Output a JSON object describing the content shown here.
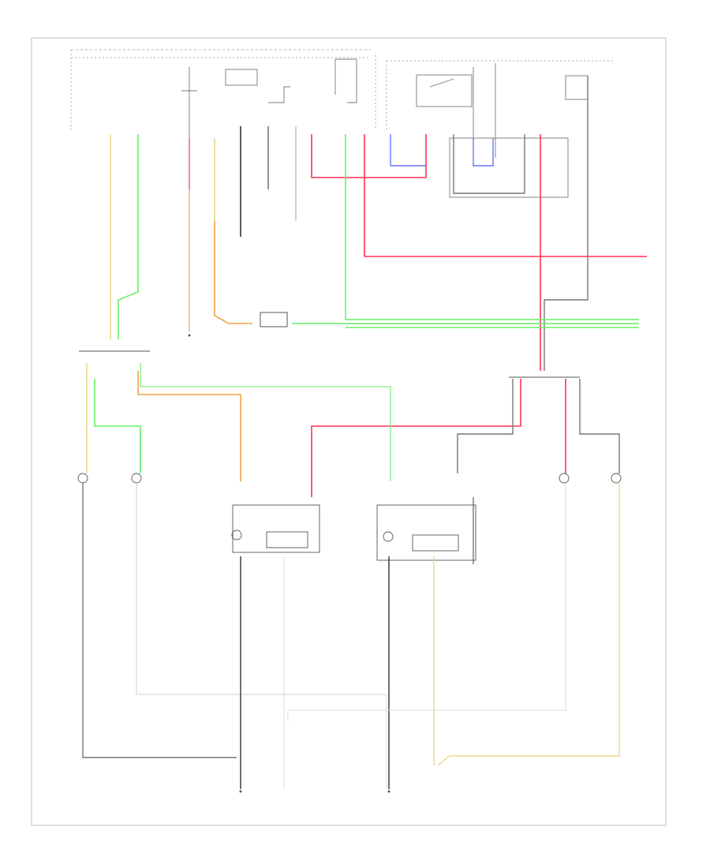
{
  "page": {
    "number": ""
  },
  "labels": {
    "junction_mid": "",
    "junction_left": "",
    "junction_right": "",
    "bottom_junction": ""
  },
  "colors": {
    "border": "#bdbdbd",
    "yellow": "#e8d88a",
    "green": "#66ee66",
    "pink": "#f06aa0",
    "red": "#ff3355",
    "blue": "#6677ff",
    "orange": "#f2a24a",
    "grey": "#777777",
    "black": "#333333"
  },
  "components": [
    {
      "id": "headlight-left-lo"
    },
    {
      "id": "headlight-left-hi"
    },
    {
      "id": "headlight-right-lo"
    },
    {
      "id": "headlight-right-hi"
    },
    {
      "id": "leveler-left"
    },
    {
      "id": "leveler-right"
    }
  ]
}
